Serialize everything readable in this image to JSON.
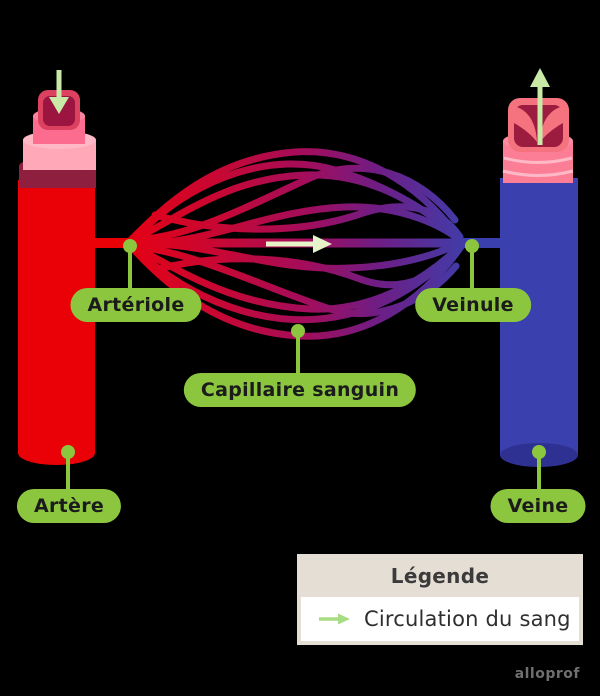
{
  "diagram": {
    "title_implicit": "",
    "labels": {
      "arteriole": "Artériole",
      "venule": "Veinule",
      "capillary": "Capillaire sanguin",
      "artery": "Artère",
      "vein": "Veine"
    },
    "colors": {
      "background": "#000000",
      "artery_red": "#EA0007",
      "artery_wall_maroon": "#8E1F3E",
      "artery_layer_light_pink": "#FFA8B8",
      "artery_layer_pink": "#FB6C8E",
      "artery_tube_outer": "#DD4160",
      "artery_tube_inner": "#9C1440",
      "vein_blue": "#3A41AE",
      "vein_blue_dark": "#2F3192",
      "vein_layer_pink": "#FB7E96",
      "vein_tube_outer": "#F4737F",
      "vein_tube_inner": "#9C1C40",
      "label_green": "#8CC63F",
      "flow_arrow_green": "#C9E9A6",
      "flow_arrow_pale": "#E7F3C8",
      "capillary_gradient": [
        "#E80011",
        "#C40837",
        "#A30D5C",
        "#6F1D85",
        "#3A41AE"
      ]
    }
  },
  "legend": {
    "title": "Légende",
    "items": [
      {
        "icon": "flow-arrow-icon",
        "icon_color": "#A8DC82",
        "label": "Circulation du sang"
      }
    ]
  },
  "watermark": "alloprof"
}
